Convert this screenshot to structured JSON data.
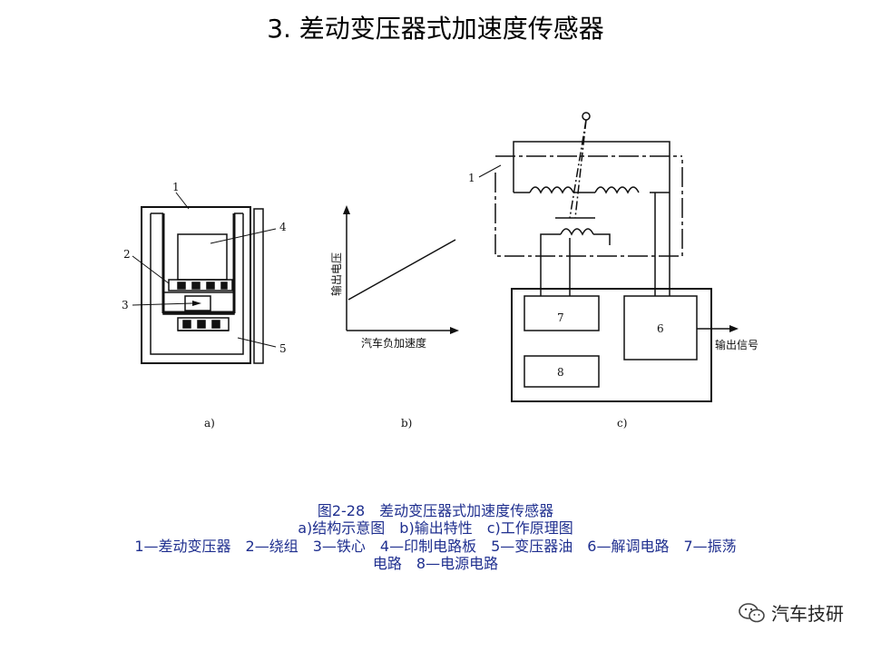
{
  "title": "3. 差动变压器式加速度传感器",
  "figure": {
    "panel_a": {
      "label": "a)",
      "callouts": [
        "1",
        "2",
        "3",
        "4",
        "5"
      ]
    },
    "panel_b": {
      "label": "b)",
      "y_axis_label": "输出电压",
      "x_axis_label": "汽车负加速度"
    },
    "panel_c": {
      "label": "c)",
      "callout_1": "1",
      "box_7": "7",
      "box_6": "6",
      "box_8": "8",
      "output_label": "输出信号"
    }
  },
  "caption": {
    "line1": "图2-28　差动变压器式加速度传感器",
    "line2": "a)结构示意图　b)输出特性　c)工作原理图",
    "line3": "1—差动变压器　2—绕组　3—铁心　4—印制电路板　5—变压器油　6—解调电路　7—振荡",
    "line4": "电路　8—电源电路"
  },
  "watermark": "汽车技研"
}
